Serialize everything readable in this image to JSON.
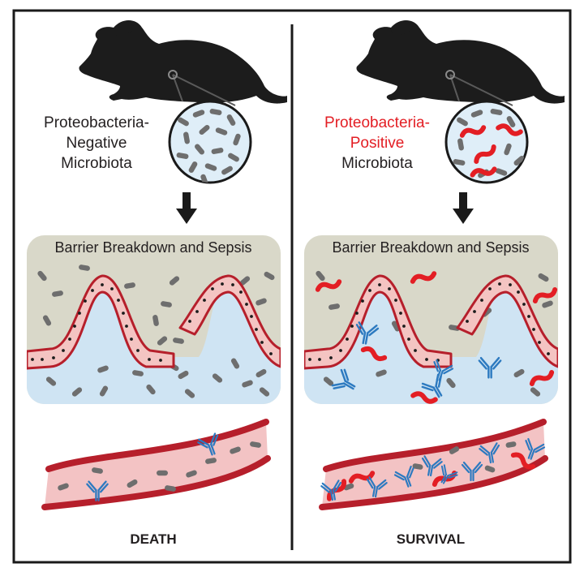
{
  "colors": {
    "frame": "#1a1a1a",
    "mouse": "#1c1c1c",
    "lumen": "#d9d8c9",
    "tissue": "#cfe4f3",
    "epithelium_fill": "#f4c4c2",
    "epithelium_stroke": "#b61f2b",
    "nucleus": "#1c1c1c",
    "vessel_fill": "#f3c3c4",
    "vessel_wall": "#b61f2b",
    "commensal": "#6e6e6e",
    "proteobacteria": "#e31e24",
    "antibody": "#2d7ac0",
    "text": "#231f20",
    "text_red": "#e31e24"
  },
  "panels": [
    {
      "id": "left",
      "micro_label": {
        "lines": [
          {
            "text": "Proteobacteria-",
            "color": "#231f20"
          },
          {
            "text": "Negative",
            "color": "#231f20"
          },
          {
            "text": "Microbiota",
            "color": "#231f20"
          }
        ]
      },
      "box_title": "Barrier Breakdown and Sepsis",
      "outcome": "DEATH",
      "proteobacteria_present": false,
      "antibody_response": "low"
    },
    {
      "id": "right",
      "micro_label": {
        "lines": [
          {
            "text": "Proteobacteria-",
            "color": "#e31e24"
          },
          {
            "text": "Positive",
            "color": "#e31e24"
          },
          {
            "text": "Microbiota",
            "color": "#231f20"
          }
        ]
      },
      "box_title": "Barrier Breakdown and Sepsis",
      "outcome": "SURVIVAL",
      "proteobacteria_present": true,
      "antibody_response": "high"
    }
  ]
}
